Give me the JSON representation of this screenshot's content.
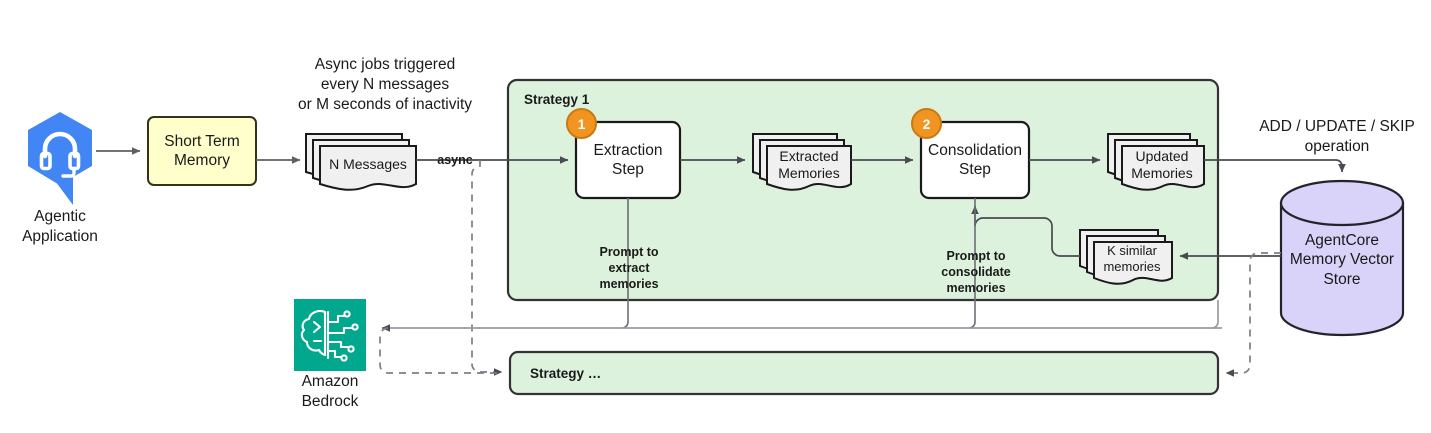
{
  "diagram": {
    "title_hidden": "",
    "colors": {
      "agentic_blue": "#4285f4",
      "short_term_fill": "#ffffcc",
      "short_term_stroke": "#33331a",
      "strategy_fill": "#d9ead3",
      "strategy_fill_light": "#ddf2dd",
      "strategy_stroke": "#333333",
      "doc_fill": "#f0f0f0",
      "step_fill": "#ffffff",
      "badge_orange": "#f29422",
      "vector_fill": "#d9d2f9",
      "vector_stroke": "#23232b",
      "bedrock_teal": "#01a88d",
      "line_gray": "#8a8a8a",
      "line_dark": "#4a4a52"
    },
    "nodes": {
      "agentic": {
        "label": "Agentic\nApplication",
        "icon": "headset-chat-icon"
      },
      "short_term_memory": {
        "label": "Short Term\nMemory"
      },
      "n_messages": {
        "label": "N Messages"
      },
      "async_note": {
        "label": "Async jobs triggered\nevery N messages\nor M seconds of inactivity"
      },
      "async_edge": {
        "label": "async"
      },
      "strategy1": {
        "label": "Strategy 1"
      },
      "extraction_step": {
        "label": "Extraction\nStep",
        "badge": "1"
      },
      "extracted_memories": {
        "label": "Extracted\nMemories"
      },
      "consolidation_step": {
        "label": "Consolidation\nStep",
        "badge": "2"
      },
      "updated_memories": {
        "label": "Updated\nMemories"
      },
      "k_similar": {
        "label": "K similar\nmemories"
      },
      "prompt_extract": {
        "label": "Prompt to\nextract\nmemories"
      },
      "prompt_consolidate": {
        "label": "Prompt to\nconsolidate\nmemories"
      },
      "operation_note": {
        "label": "ADD / UPDATE / SKIP\noperation"
      },
      "vector_store": {
        "label": "AgentCore\nMemory\nVector Store"
      },
      "bedrock": {
        "label": "Amazon\nBedrock",
        "icon": "brain-circuit-icon"
      },
      "strategy_more": {
        "label": "Strategy …"
      }
    }
  }
}
